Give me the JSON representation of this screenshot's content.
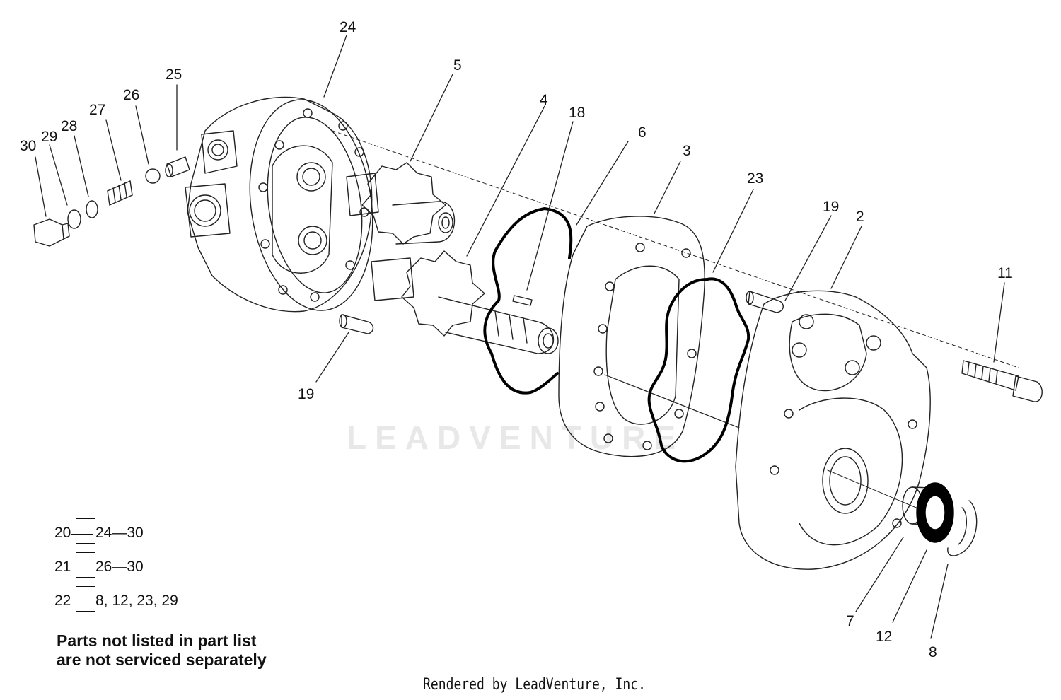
{
  "callouts": [
    "24",
    "25",
    "26",
    "27",
    "28",
    "29",
    "30",
    "5",
    "4",
    "18",
    "6",
    "3",
    "23",
    "19",
    "2",
    "11",
    "19",
    "7",
    "12",
    "8"
  ],
  "kits": [
    {
      "id": "20",
      "contents": "24—30"
    },
    {
      "id": "21",
      "contents": "26—30"
    },
    {
      "id": "22",
      "contents": "8, 12, 23, 29"
    }
  ],
  "note": "Parts not listed in part list are not serviced separately",
  "watermark": "LEADVENTURE",
  "footer": "Rendered by LeadVenture, Inc."
}
